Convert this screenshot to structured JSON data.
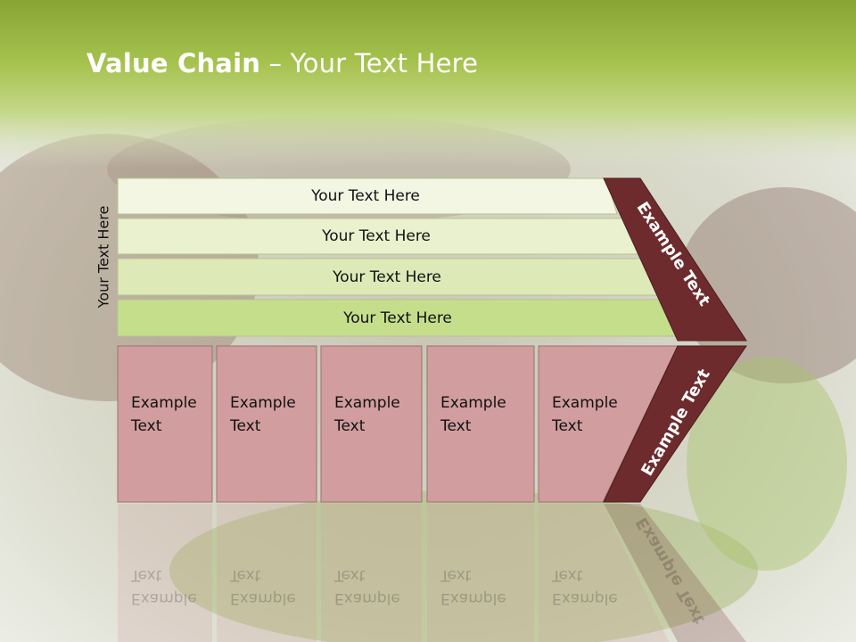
{
  "slide": {
    "title_bold": "Value Chain",
    "title_rest": " – Your Text Here",
    "side_label": "Your Text Here"
  },
  "rows": [
    {
      "label": "Your Text Here",
      "color": "#f2f6e3"
    },
    {
      "label": "Your Text Here",
      "color": "#e9f1cf"
    },
    {
      "label": "Your Text Here",
      "color": "#dde9b7"
    },
    {
      "label": "Your Text Here",
      "color": "#c5de8c"
    }
  ],
  "boxes": [
    {
      "line1": "Example",
      "line2": "Text"
    },
    {
      "line1": "Example",
      "line2": "Text"
    },
    {
      "line1": "Example",
      "line2": "Text"
    },
    {
      "line1": "Example",
      "line2": "Text"
    },
    {
      "line1": "Example",
      "line2": "Text"
    }
  ],
  "arrows": {
    "upper_label": "Example Text",
    "lower_label": "Example Text",
    "color": "#6e2b2d"
  },
  "colors": {
    "header_green": "#8faa3c",
    "box_fill": "#d29d9e",
    "box_border": "#9a7273"
  }
}
